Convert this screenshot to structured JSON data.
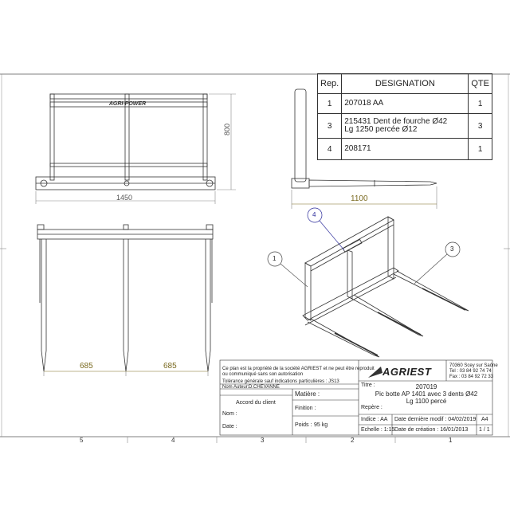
{
  "bom": {
    "headers": {
      "rep": "Rep.",
      "designation": "DESIGNATION",
      "qte": "QTE"
    },
    "rows": [
      {
        "rep": "1",
        "designation_line1": "207018 AA",
        "designation_line2": "",
        "qte": "1"
      },
      {
        "rep": "3",
        "designation_line1": "215431 Dent de fourche Ø42",
        "designation_line2": "Lg 1250 percée Ø12",
        "qte": "3"
      },
      {
        "rep": "4",
        "designation_line1": "208171",
        "designation_line2": "",
        "qte": "1"
      }
    ]
  },
  "dimensions": {
    "height": "800",
    "width": "1450",
    "length": "1100",
    "spacing_left": "685",
    "spacing_right": "685"
  },
  "front_view": {
    "brand": "AGRI-POWER"
  },
  "balloons": {
    "b1": "1",
    "b3": "3",
    "b4": "4"
  },
  "title_block": {
    "copyright_line1": "Ce plan est la propriété de la société AGRIEST et ne peut être reproduit",
    "copyright_line2": "ou communiqué sans son autorisation",
    "tolerance": "Tolérance générale sauf indications particulières : JS13",
    "author_label": "Nom Auteur:",
    "author_value": "D.CHEVANNE",
    "accord_label": "Accord du client",
    "nom_label": "Nom :",
    "date_label": "Date :",
    "matiere_label": "Matière :",
    "finition_label": "Finition :",
    "poids_label": "Poids :",
    "poids_value": "95 kg",
    "company_logo": "AGRIEST",
    "address_line1": "70360 Scey sur Saône",
    "address_line2": "Tel : 03 84 92 74 74",
    "address_line3": "Fax : 03 84 92 72 33",
    "titre_label": "Titre :",
    "titre_code": "207019",
    "titre_line1": "Pic botte AP 1401 avec 3 dents Ø42",
    "titre_line2": "Lg 1100 percé",
    "repere_label": "Repère :",
    "indice_label": "Indice : AA",
    "date_modif_label": "Date dernière modif : 04/02/2019",
    "format": "A4",
    "echelle_label": "Echelle : 1:15",
    "date_creation_label": "Date de création : 16/01/2013",
    "page": "1 / 1"
  },
  "zones": [
    "5",
    "4",
    "3",
    "2",
    "1"
  ]
}
